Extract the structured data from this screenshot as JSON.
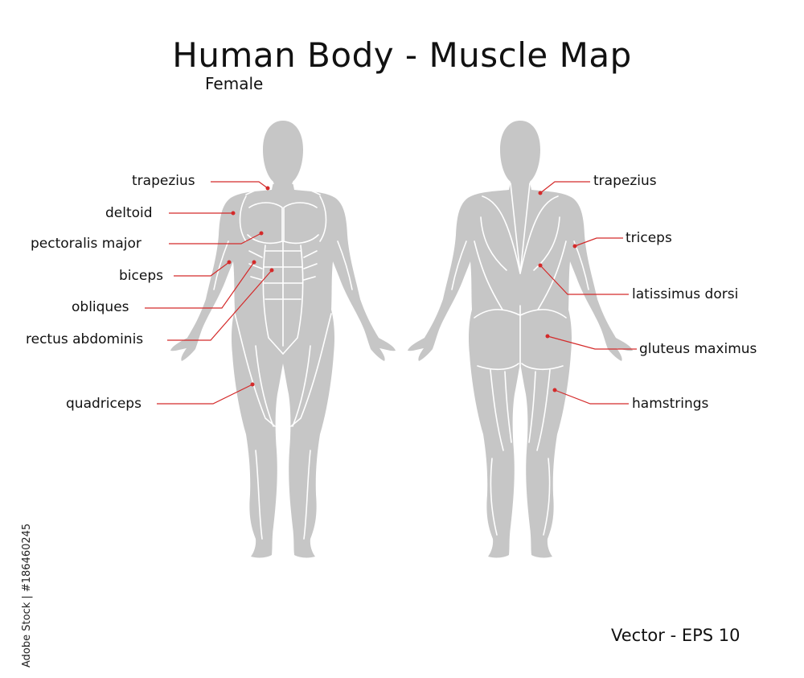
{
  "title": "Human Body - Muscle Map",
  "subtitle": "Female",
  "footer": "Vector - EPS 10",
  "stock_id": "Adobe Stock | #186460245",
  "colors": {
    "body": "#c6c6c6",
    "muscle_lines": "#ffffff",
    "leaders": "#d42a2a"
  },
  "front_labels": {
    "trapezius": "trapezius",
    "deltoid": "deltoid",
    "pectoralis_major": "pectoralis major",
    "biceps": "biceps",
    "obliques": "obliques",
    "rectus_abdominis": "rectus abdominis",
    "quadriceps": "quadriceps"
  },
  "back_labels": {
    "trapezius": "trapezius",
    "triceps": "triceps",
    "latissimus_dorsi": "latissimus dorsi",
    "gluteus_maximus": "gluteus maximus",
    "hamstrings": "hamstrings"
  }
}
